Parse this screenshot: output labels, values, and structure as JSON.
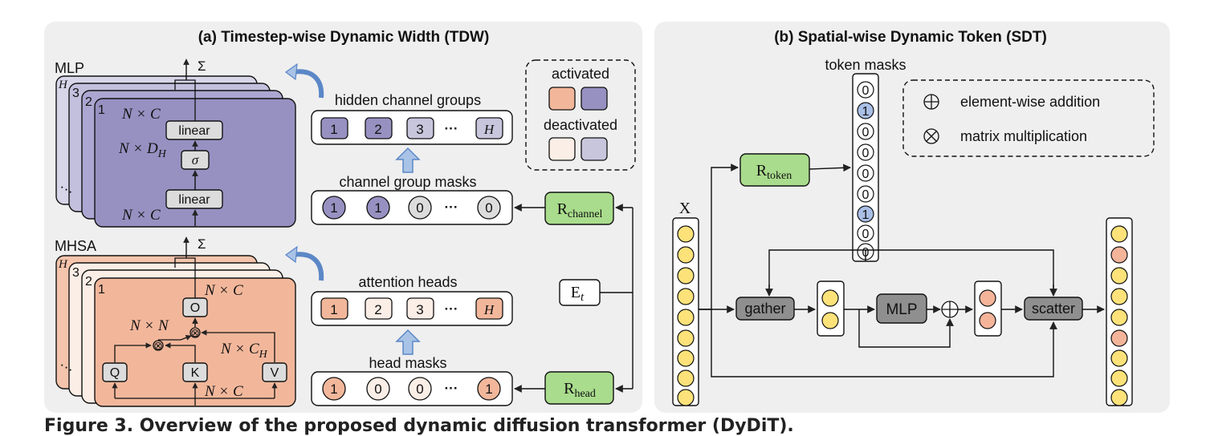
{
  "panels": {
    "tdw_title": "(a) Timestep-wise Dynamic Width (TDW)",
    "sdt_title": "(b) Spatial-wise Dynamic Token (SDT)"
  },
  "mlp": {
    "label": "MLP",
    "stack_labels": [
      "H",
      "3",
      "2",
      "1"
    ],
    "sum": "Σ",
    "linear_top": "linear",
    "sigma": "σ",
    "linear_bottom": "linear",
    "dim_top": "N × C",
    "dim_mid_main": "N × D",
    "dim_mid_sub": "H",
    "dim_bottom": "N × C"
  },
  "mhsa": {
    "label": "MHSA",
    "stack_labels": [
      "H",
      "3",
      "2",
      "1"
    ],
    "sum": "Σ",
    "o": "O",
    "q": "Q",
    "k": "K",
    "v": "V",
    "dim_nc_top": "N × C",
    "dim_nn": "N × N",
    "dim_nch_main": "N × C",
    "dim_nch_sub": "H",
    "dim_nc_bottom": "N × C",
    "matmul": "⊗"
  },
  "tdw": {
    "hidden_groups_label": "hidden channel groups",
    "hidden_groups": [
      "1",
      "2",
      "3",
      "···",
      "H"
    ],
    "channel_masks_label": "channel group masks",
    "channel_masks": [
      "1",
      "1",
      "0",
      "···",
      "0"
    ],
    "attention_heads_label": "attention heads",
    "attention_heads": [
      "1",
      "2",
      "3",
      "···",
      "H"
    ],
    "head_masks_label": "head masks",
    "head_masks": [
      "1",
      "0",
      "0",
      "···",
      "1"
    ],
    "r_channel_main": "R",
    "r_channel_sub": "channel",
    "r_head_main": "R",
    "r_head_sub": "head",
    "e_main": "E",
    "e_sub": "t",
    "legend_activated": "activated",
    "legend_deactivated": "deactivated"
  },
  "sdt": {
    "x_label": "X",
    "r_token_main": "R",
    "r_token_sub": "token",
    "token_masks_label": "token masks",
    "token_masks": [
      "0",
      "1",
      "0",
      "0",
      "0",
      "0",
      "1",
      "0",
      "0"
    ],
    "gather": "gather",
    "mlp": "MLP",
    "scatter": "scatter",
    "legend_add_symbol": "⊕",
    "legend_add": "element-wise addition",
    "legend_mul_symbol": "⊗",
    "legend_mul": "matrix multiplication"
  },
  "caption": "Figure 3. Overview of the proposed dynamic diffusion transformer (DyDiT).",
  "colors": {
    "panel_bg": "#efefef",
    "mlp_front": "#9791c2",
    "mlp_back": "#c8c6dd",
    "mhsa_front": "#f2b79b",
    "mhsa_back": "#fbeee6",
    "router_green": "#a9dc8c",
    "token_yellow": "#fde27a",
    "token_orange": "#f3b49a",
    "mask_blue": "#a9bfe6",
    "gray_box": "#8f8f8f",
    "light_box": "#dcdcdc"
  }
}
